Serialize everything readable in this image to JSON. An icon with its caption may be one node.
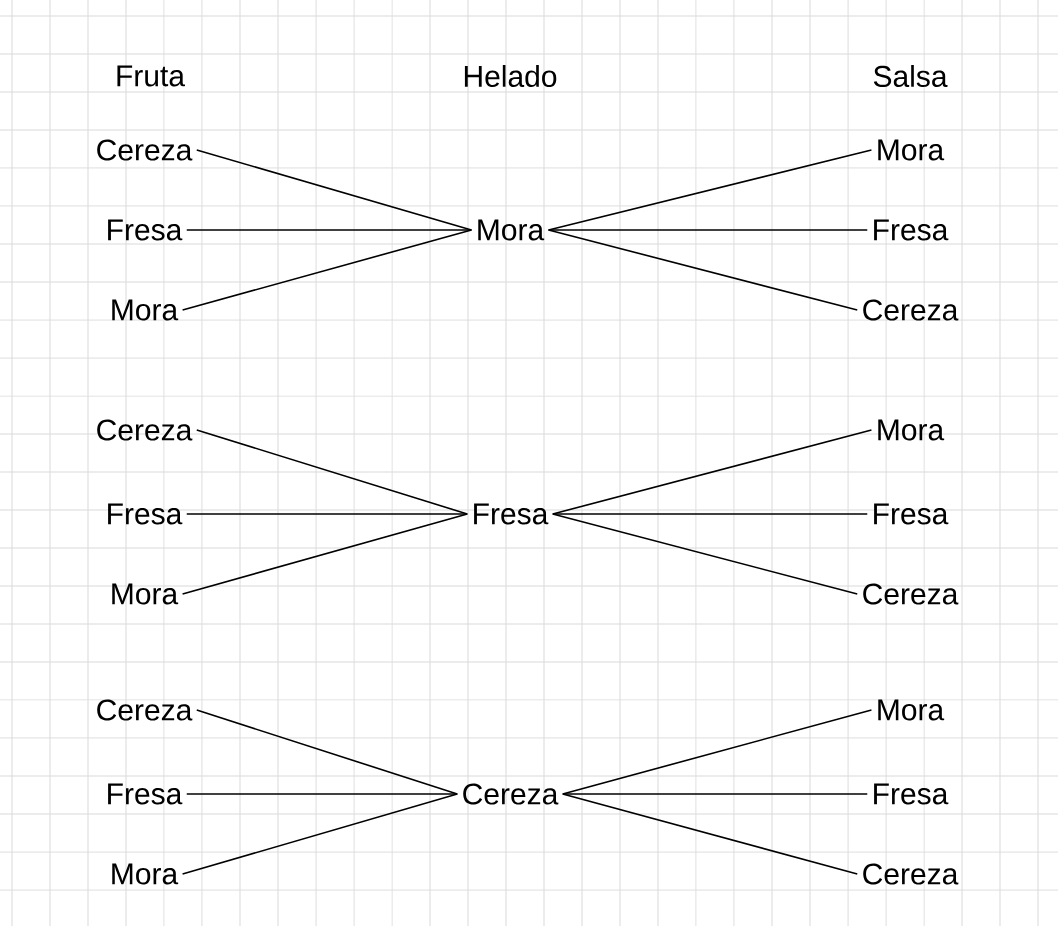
{
  "diagram": {
    "nodes": [
      {
        "text": [
          "Cereza"
        ]
      },
      {
        "text": [
          "Fresa"
        ]
      },
      {
        "text": [
          "Mora"
        ]
      },
      {
        "text": [
          "Mora"
        ]
      },
      {
        "text": [
          "Mora"
        ]
      },
      {
        "text": [
          "Fresa"
        ]
      },
      {
        "text": [
          "Cereza"
        ]
      },
      {
        "text": [
          "Cereza"
        ]
      },
      {
        "text": [
          "Fresa"
        ]
      },
      {
        "text": [
          "Mora"
        ]
      },
      {
        "text": [
          "Fresa"
        ]
      },
      {
        "text": [
          "Mora"
        ]
      },
      {
        "text": [
          "Fresa"
        ]
      },
      {
        "text": [
          "Cereza"
        ]
      },
      {
        "text": [
          "Cereza"
        ]
      },
      {
        "text": [
          "Fresa"
        ]
      },
      {
        "text": [
          "Mora"
        ]
      },
      {
        "text": [
          "Cereza"
        ]
      },
      {
        "text": [
          "Mora"
        ]
      },
      {
        "text": [
          "Fresa"
        ]
      },
      {
        "text": [
          "Cereza"
        ]
      }
    ],
    "edges": [
      {
        "from": 0,
        "to": 3,
        "arrow": "none"
      },
      {
        "from": 1,
        "to": 3,
        "arrow": "none"
      },
      {
        "from": 2,
        "to": 3,
        "arrow": "none"
      },
      {
        "from": 3,
        "to": 4,
        "arrow": "none"
      },
      {
        "from": 3,
        "to": 5,
        "arrow": "none"
      },
      {
        "from": 3,
        "to": 6,
        "arrow": "none"
      },
      {
        "from": 7,
        "to": 10,
        "arrow": "none"
      },
      {
        "from": 8,
        "to": 10,
        "arrow": "none"
      },
      {
        "from": 9,
        "to": 10,
        "arrow": "none"
      },
      {
        "from": 10,
        "to": 11,
        "arrow": "none"
      },
      {
        "from": 10,
        "to": 12,
        "arrow": "none"
      },
      {
        "from": 10,
        "to": 13,
        "arrow": "none"
      },
      {
        "from": 14,
        "to": 17,
        "arrow": "none"
      },
      {
        "from": 15,
        "to": 17,
        "arrow": "none"
      },
      {
        "from": 16,
        "to": 17,
        "arrow": "none"
      },
      {
        "from": 17,
        "to": 18,
        "arrow": "none"
      },
      {
        "from": 17,
        "to": 19,
        "arrow": "none"
      },
      {
        "from": 17,
        "to": 20,
        "arrow": "none"
      }
    ],
    "labels": [
      "Fruta",
      "Helado",
      "Salsa"
    ]
  }
}
